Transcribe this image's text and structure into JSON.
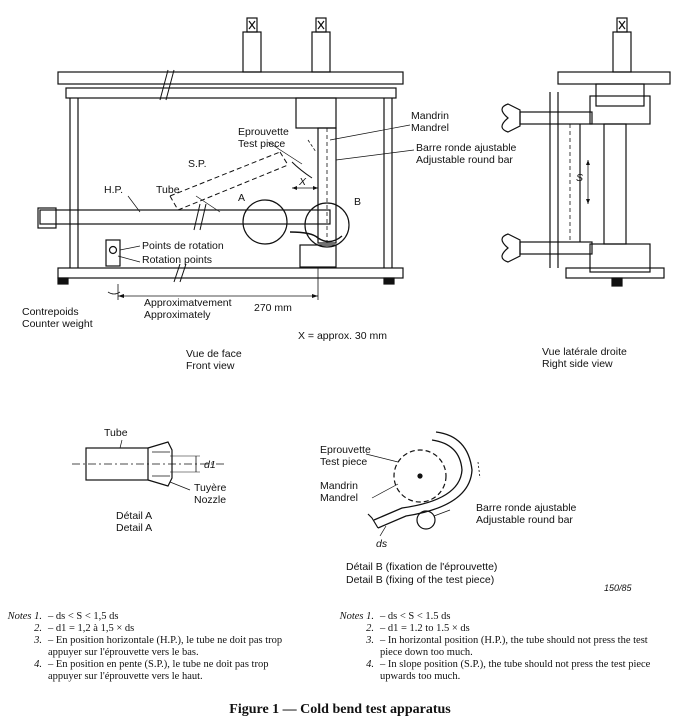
{
  "front_view": {
    "eprouvette": "Eprouvette",
    "test_piece": "Test piece",
    "sp": "S.P.",
    "hp": "H.P.",
    "tube": "Tube",
    "a": "A",
    "x": "X",
    "b": "B",
    "mandrin": "Mandrin",
    "mandrel": "Mandrel",
    "barre": "Barre ronde ajustable",
    "bar": "Adjustable round bar",
    "points_fr": "Points de rotation",
    "points_en": "Rotation points",
    "contrepoids": "Contrepoids",
    "counter_weight": "Counter weight",
    "approx_fr": "Approximatvement",
    "approx_en": "Approximately",
    "dim": "270 mm",
    "x_note": "X = approx. 30 mm",
    "caption_fr": "Vue de face",
    "caption_en": "Front view"
  },
  "side_view": {
    "s": "S",
    "caption_fr": "Vue latérale droite",
    "caption_en": "Right side view"
  },
  "detail_a": {
    "tube": "Tube",
    "d1": "d1",
    "tuyere": "Tuyère",
    "nozzle": "Nozzle",
    "caption_fr": "Détail A",
    "caption_en": "Detail A"
  },
  "detail_b": {
    "eprouvette": "Eprouvette",
    "test_piece": "Test piece",
    "mandrin": "Mandrin",
    "mandrel": "Mandrel",
    "barre": "Barre ronde ajustable",
    "bar": "Adjustable round bar",
    "ds": "ds",
    "caption_fr": "Détail B (fixation de l'éprouvette)",
    "caption_en": "Detail B (fixing of the test piece)",
    "ref": "150/85"
  },
  "notes_fr": {
    "head": "Notes 1.",
    "n1": "– ds < S < 1,5 ds",
    "n2_num": "2.",
    "n2": "– d1 = 1,2 à 1,5 × ds",
    "n3_num": "3.",
    "n3": "– En position horizontale (H.P.), le tube ne doit pas trop appuyer sur l'éprouvette vers le bas.",
    "n4_num": "4.",
    "n4": "– En position en pente (S.P.), le tube ne doit pas trop appuyer sur l'éprouvette vers le haut."
  },
  "notes_en": {
    "head": "Notes 1.",
    "n1": "– ds < S < 1.5 ds",
    "n2_num": "2.",
    "n2": "– d1 = 1.2 to 1.5 × ds",
    "n3_num": "3.",
    "n3": "– In horizontal position (H.P.), the tube should not press the test piece down too much.",
    "n4_num": "4.",
    "n4": "– In slope position (S.P.), the tube should not press the test piece upwards too much."
  },
  "caption": "Figure 1 — Cold bend test apparatus"
}
